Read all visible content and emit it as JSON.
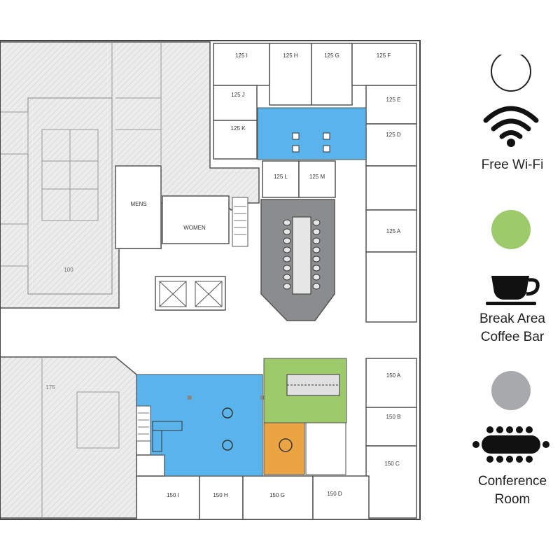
{
  "rooms": {
    "r125I": "125 I",
    "r125H": "125 H",
    "r125G": "125 G",
    "r125F": "125 F",
    "r125J": "125 J",
    "r125E": "125 E",
    "r125K": "125 K",
    "r125D": "125 D",
    "r125L": "125 L",
    "r125M": "125 M",
    "r125A": "125 A",
    "mens": "MENS",
    "women": "WOMEN",
    "r100": "100",
    "r175": "175",
    "r150A": "150 A",
    "r150B": "150 B",
    "r150C": "150 C",
    "r150I": "150 I",
    "r150H": "150 H",
    "r150G": "150 G",
    "r150D": "150 D"
  },
  "legend": {
    "wifi": {
      "label": "Free Wi-Fi",
      "color": "#ffffff",
      "icon": "wifi-icon"
    },
    "break": {
      "label_line1": "Break Area",
      "label_line2": "Coffee Bar",
      "color": "#9dca6b",
      "icon": "coffee-cup-icon"
    },
    "conference": {
      "label_line1": "Conference",
      "label_line2": "Room",
      "color": "#a7a9ac",
      "icon": "conference-table-icon"
    }
  },
  "colors": {
    "wifi_area": "#5ab4ec",
    "break_area": "#9dca6b",
    "conference_area": "#8a8c8e",
    "orange_area": "#eba443",
    "hatch_area": "#e6e6e6",
    "wall": "#555555"
  }
}
